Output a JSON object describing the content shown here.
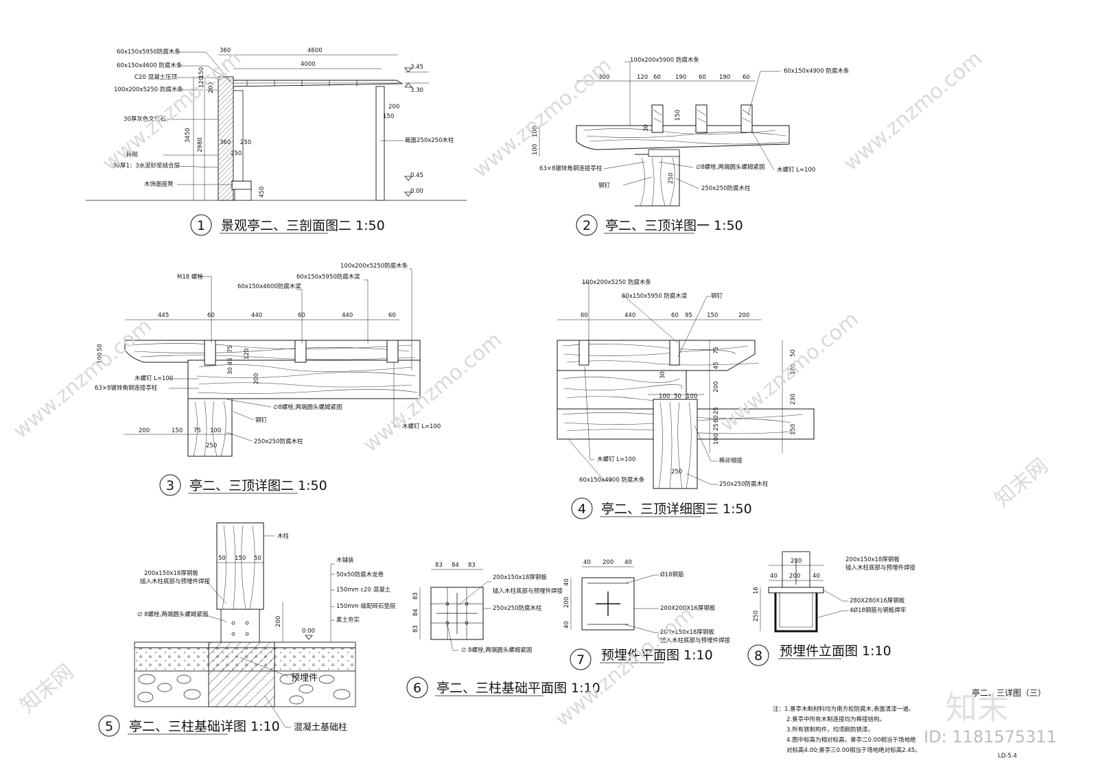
{
  "watermarks": {
    "site": "www.znzmo.com",
    "brand": "知末网",
    "logo": "知末",
    "id": "ID: 1181575311"
  },
  "figure1": {
    "number": "1",
    "title": "景观亭二、三剖面图二 1:50",
    "labels": [
      "60x150x5950防腐木条",
      "60x150x4600 防腐木条",
      "C20 混凝土压顶",
      "100x200x5250 防腐木条",
      "30厚灰色文化石",
      "砖砌",
      "30厚1：3水泥砂浆结合层",
      "木饰面座凳",
      "截面250x250木柱"
    ],
    "dims": [
      "360",
      "4600",
      "4000",
      "150",
      "120",
      "200",
      "3450",
      "2980",
      "360",
      "250",
      "250",
      "450",
      "200",
      "150"
    ],
    "levels": [
      "3.45",
      "3.30",
      "0.45",
      "0.00"
    ]
  },
  "figure2": {
    "number": "2",
    "title": "亭二、三顶详图一 1:50",
    "labels": [
      "100x200x5900 防腐木条",
      "60x150x4900 防腐木条",
      "63×8镀锌角钢连接亭柱",
      "∅8螺栓,两端圆头螺姆紧固",
      "钢钉",
      "250x250防腐木柱",
      "木螺钉 L=100"
    ],
    "dims": [
      "300",
      "120",
      "60",
      "190",
      "60",
      "190",
      "60",
      "30",
      "150",
      "100",
      "100",
      "250"
    ]
  },
  "figure3": {
    "number": "3",
    "title": "亭二、三顶详图二 1:50",
    "labels": [
      "M18 螺栓",
      "60x150x4600防腐木梁",
      "60x150x5950防腐木梁",
      "100x200x5250防腐木条",
      "木螺钉 L=100",
      "63×8镀锌角钢连接亭柱",
      "∅8螺栓,两端圆头螺姆紧固",
      "钢钉",
      "250x250防腐木柱",
      "木螺钉 L=100"
    ],
    "dims": [
      "445",
      "60",
      "440",
      "60",
      "440",
      "60",
      "50",
      "100",
      "75",
      "45",
      "30",
      "120",
      "200",
      "200",
      "150",
      "75",
      "100",
      "250"
    ]
  },
  "figure4": {
    "number": "4",
    "title": "亭二、三顶详细图三 1:50",
    "labels": [
      "100x200x5250 防腐木条",
      "60x150x5950 防腐木梁",
      "钢钉",
      "木螺钉 L=100",
      "60x150x4900 防腐木条",
      "榫卯相接",
      "250x250防腐木柱"
    ],
    "dims": [
      "60",
      "440",
      "60",
      "95",
      "150",
      "200",
      "30",
      "50",
      "75",
      "45",
      "100",
      "200",
      "230",
      "100",
      "50",
      "100",
      "25",
      "60",
      "25",
      "100",
      "150",
      "250"
    ]
  },
  "figure5": {
    "number": "5",
    "title": "亭二、三柱基础详图 1:10",
    "labels": [
      "木柱",
      "200x150x18厚钢板",
      "插入木柱底部与预埋件焊接",
      "∅ 8螺栓,两端圆头螺姆紧固",
      "木铺装",
      "50x50防腐木龙骨",
      "150mm c20 混凝土",
      "150mm 级配碎石垫层",
      "素土夯实",
      "预埋件",
      "混凝土基础柱"
    ],
    "dims": [
      "50",
      "150",
      "50",
      "200"
    ],
    "levels": [
      "0.00"
    ]
  },
  "figure6": {
    "number": "6",
    "title": "亭二、三柱基础平面图 1:10",
    "labels": [
      "200x150x18厚钢板",
      "插入木柱底部与预埋件焊接",
      "250x250防腐木柱",
      "∅ 8螺栓,两端圆头螺姆紧固"
    ],
    "dims": [
      "83",
      "84",
      "83",
      "83",
      "84",
      "83"
    ]
  },
  "figure7": {
    "number": "7",
    "title": "预埋件平面图 1:10",
    "labels": [
      "Ø18钢筋",
      "200X200X16厚钢板",
      "200x150x18厚钢板",
      "插入木柱底部与预埋件焊接"
    ],
    "dims": [
      "40",
      "200",
      "40",
      "40",
      "200",
      "40"
    ]
  },
  "figure8": {
    "number": "8",
    "title": "预埋件立面图 1:10",
    "labels": [
      "200x150x18厚钢板",
      "插入木柱底部与预埋件焊接",
      "280X280X16厚钢板",
      "4Ø18钢筋与钢板焊牢"
    ],
    "dims": [
      "280",
      "40",
      "200",
      "40",
      "16",
      "250"
    ]
  },
  "notes": {
    "lines": [
      "注：1.景亭木制材料均为南方松防腐木,表面清漆一道。",
      "2.景亭中所有木制连接均为榫接结构。",
      "3.所有铁制构件，均须刷防锈漆。",
      "4.图中标高为相对标高，景亭二0.00相当于场地绝",
      "对标高4.00;景亭三0.00相当于场地绝对标高2.45。"
    ],
    "sheet_title": "亭二、三详图（三）",
    "sheet_no": "LD-5.4"
  }
}
